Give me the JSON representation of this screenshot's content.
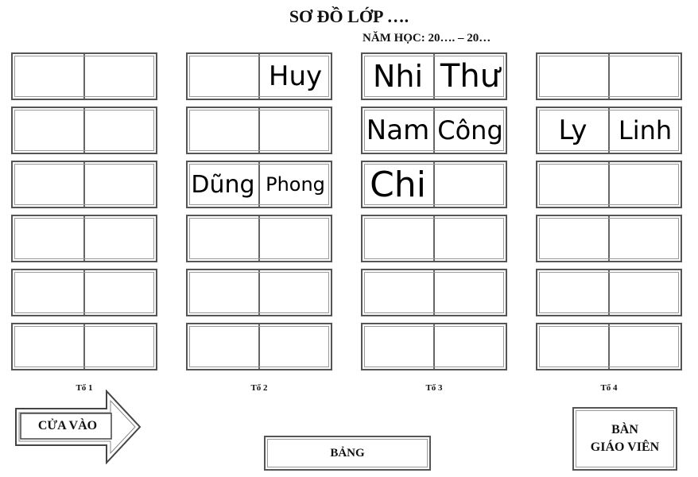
{
  "title": "SƠ ĐỒ LỚP ….",
  "subtitle": "NĂM HỌC: 20…. – 20…",
  "groups": [
    {
      "label": "Tổ 1",
      "desks": [
        [
          "",
          ""
        ],
        [
          "",
          ""
        ],
        [
          "",
          ""
        ],
        [
          "",
          ""
        ],
        [
          "",
          ""
        ],
        [
          "",
          ""
        ]
      ]
    },
    {
      "label": "Tổ 2",
      "desks": [
        [
          "",
          "Huy"
        ],
        [
          "",
          ""
        ],
        [
          "Dũng",
          "Phong"
        ],
        [
          "",
          ""
        ],
        [
          "",
          ""
        ],
        [
          "",
          ""
        ]
      ]
    },
    {
      "label": "Tổ 3",
      "desks": [
        [
          "Nhi",
          "Thư"
        ],
        [
          "Nam",
          "Công"
        ],
        [
          "Chi",
          ""
        ],
        [
          "",
          ""
        ],
        [
          "",
          ""
        ],
        [
          "",
          ""
        ]
      ]
    },
    {
      "label": "Tổ 4",
      "desks": [
        [
          "",
          ""
        ],
        [
          "Ly",
          "Linh"
        ],
        [
          "",
          ""
        ],
        [
          "",
          ""
        ],
        [
          "",
          ""
        ],
        [
          "",
          ""
        ]
      ]
    }
  ],
  "entrance": "CỬA VÀO",
  "board": "BẢNG",
  "teacher_desk": [
    "BÀN",
    "GIÁO VIÊN"
  ]
}
